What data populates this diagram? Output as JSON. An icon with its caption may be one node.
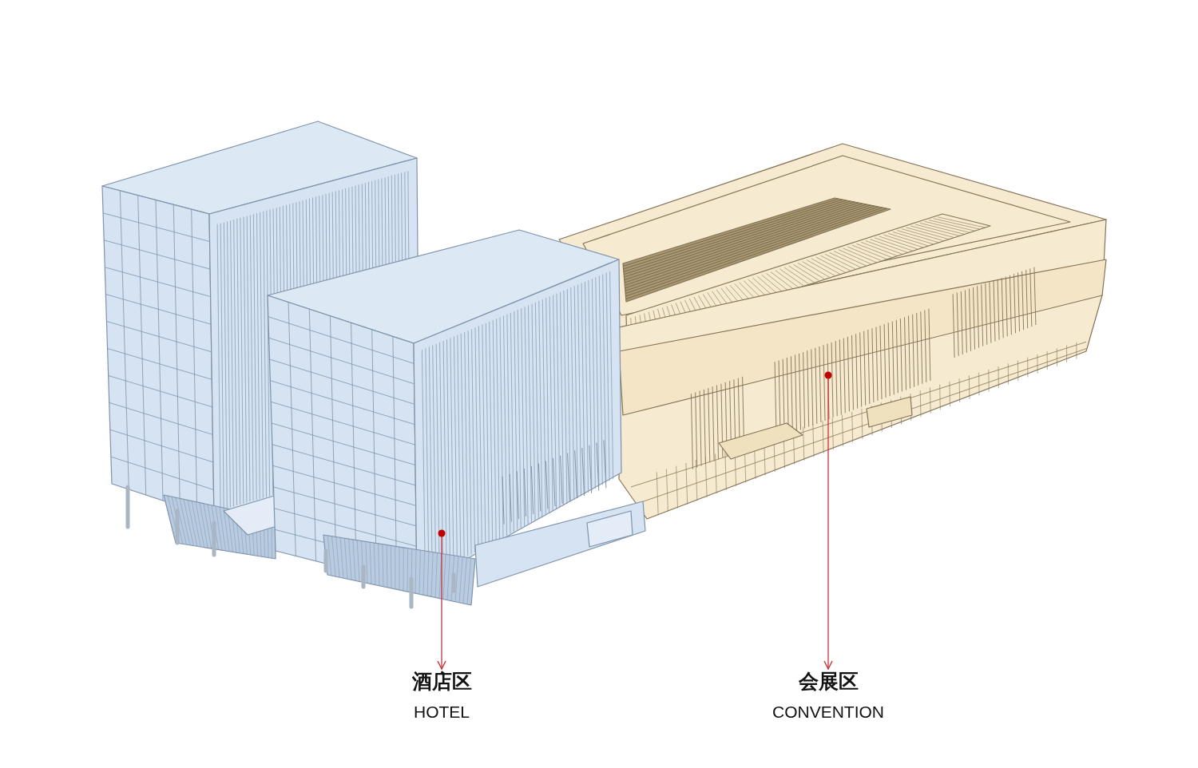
{
  "diagram": {
    "nodes": [
      {
        "text": [],
        "shape": "picture"
      },
      {
        "text": [],
        "shape": "picture"
      },
      {
        "text": [
          "酒店区",
          "HOTEL"
        ]
      },
      {
        "text": [
          "会展区",
          "CONVENTION"
        ]
      }
    ],
    "edges": [
      {
        "from": 0,
        "to": 2,
        "arrow": "to"
      },
      {
        "from": 1,
        "to": 3,
        "arrow": "to"
      }
    ]
  }
}
